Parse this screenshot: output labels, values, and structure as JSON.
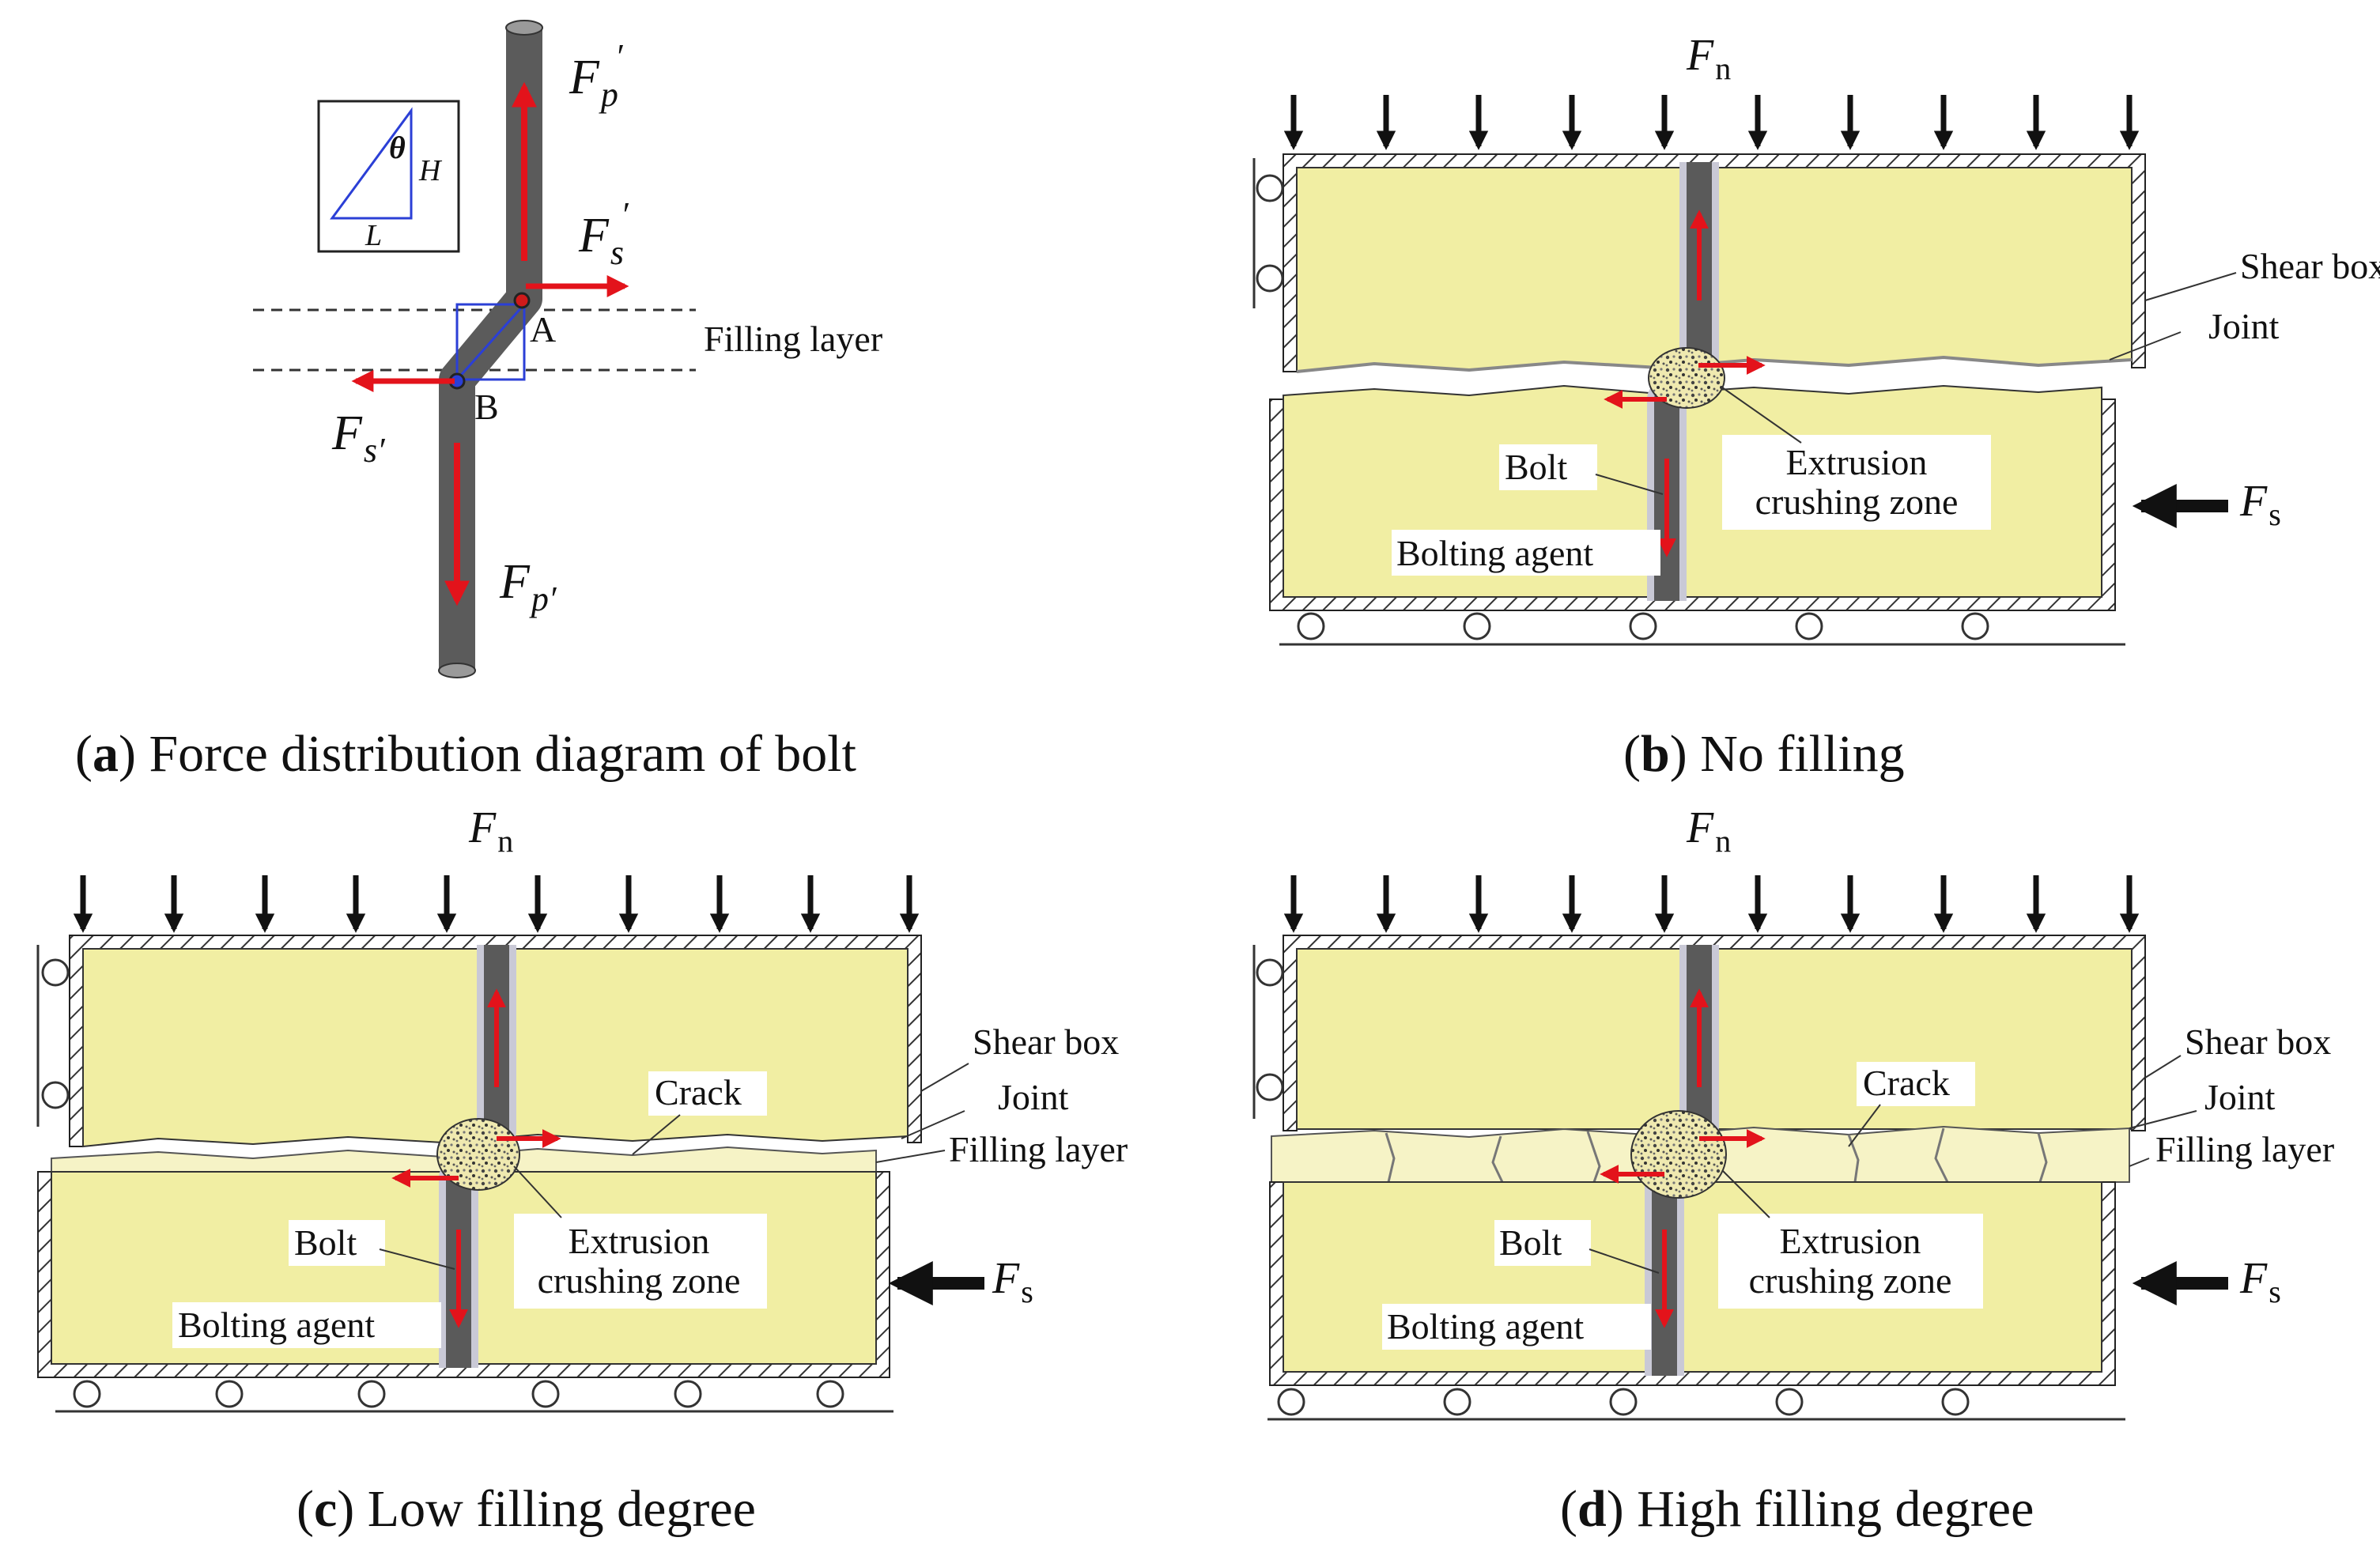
{
  "colors": {
    "rock": "#f1eea3",
    "filling": "#f6f3c6",
    "bolt": "#5a5a5a",
    "force_arrow": "#e3131b",
    "geometry_box": "#2b3fd6",
    "hatch": "#333333"
  },
  "panel_a": {
    "caption_letter": "a",
    "caption_text": " Force distribution diagram of bolt",
    "filling_layer_label": "Filling layer",
    "point_a": "A",
    "point_b": "B",
    "force_top": "F",
    "force_top_sub": "p",
    "force_top_prime": "′",
    "force_bottom": "F",
    "force_bottom_sub": "p′",
    "shear_right": "F",
    "shear_right_sub": "s",
    "shear_right_prime": "′",
    "shear_left": "F",
    "shear_left_sub": "s′",
    "inset_theta": "θ",
    "inset_h": "H",
    "inset_l": "L"
  },
  "panel_b": {
    "caption_letter": "b",
    "caption_text": " No filling",
    "normal_force": "F",
    "normal_force_sub": "n",
    "shear_force": "F",
    "shear_force_sub": "s",
    "shear_box_label": "Shear box",
    "joint_label": "Joint",
    "bolt_label": "Bolt",
    "bolting_agent_label": "Bolting agent",
    "zone_label_line1": "Extrusion",
    "zone_label_line2": "crushing zone"
  },
  "panel_c": {
    "caption_letter": "c",
    "caption_text": " Low filling degree",
    "normal_force": "F",
    "normal_force_sub": "n",
    "shear_force": "F",
    "shear_force_sub": "s",
    "shear_box_label": "Shear box",
    "joint_label": "Joint",
    "filling_layer_label": "Filling layer",
    "crack_label": "Crack",
    "bolt_label": "Bolt",
    "bolting_agent_label": "Bolting agent",
    "zone_label_line1": "Extrusion",
    "zone_label_line2": "crushing zone"
  },
  "panel_d": {
    "caption_letter": "d",
    "caption_text": " High filling degree",
    "normal_force": "F",
    "normal_force_sub": "n",
    "shear_force": "F",
    "shear_force_sub": "s",
    "shear_box_label": "Shear box",
    "joint_label": "Joint",
    "filling_layer_label": "Filling layer",
    "crack_label": "Crack",
    "bolt_label": "Bolt",
    "bolting_agent_label": "Bolting agent",
    "zone_label_line1": "Extrusion",
    "zone_label_line2": "crushing zone"
  }
}
